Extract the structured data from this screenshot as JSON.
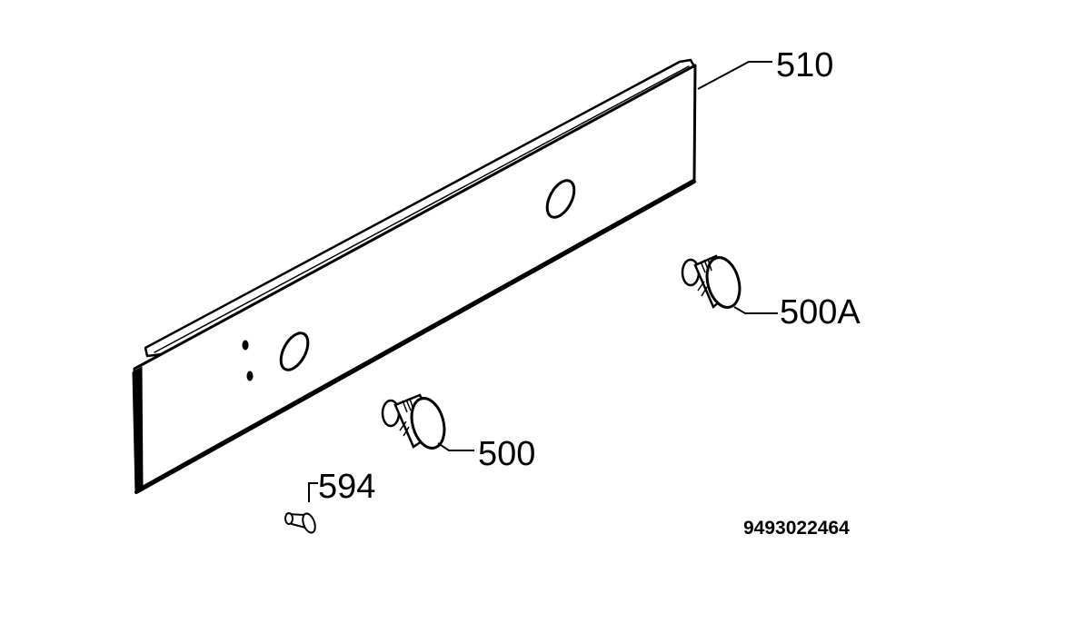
{
  "labels": {
    "panel": "510",
    "knob_right": "500A",
    "knob_left": "500",
    "screw": "594",
    "drawing_number": "9493022464"
  }
}
